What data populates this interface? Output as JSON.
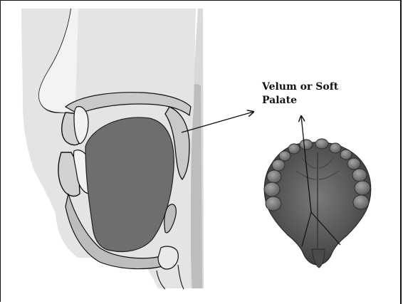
{
  "label": {
    "line1": "Velum or Soft",
    "line2": "Palate"
  },
  "illustrations": {
    "left": "sagittal-head-section",
    "right": "upper-palate-cast"
  },
  "colors": {
    "outline": "#111111",
    "light_tissue": "#d6d6d6",
    "mid_tissue": "#bcbcbc",
    "tongue": "#6e6e6e",
    "palate_dark": "#4d4d4d",
    "palate_mid": "#6a6a6a",
    "teeth": "#8a8a8a"
  }
}
